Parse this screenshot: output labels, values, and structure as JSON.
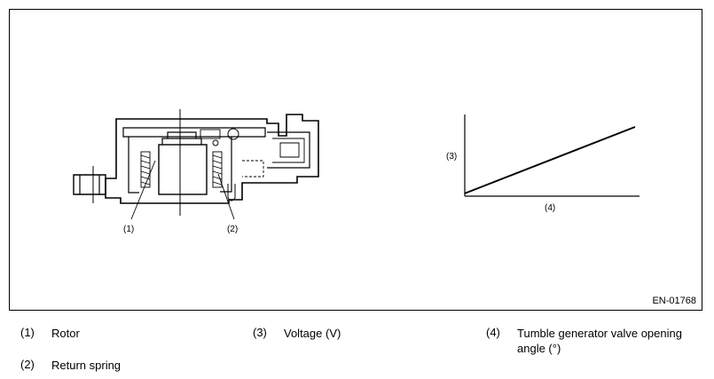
{
  "figure": {
    "code": "EN-01768",
    "callouts": {
      "c1": "(1)",
      "c2": "(2)"
    },
    "graph": {
      "y_axis": "(3)",
      "x_axis": "(4)"
    }
  },
  "legend": [
    {
      "num": "(1)",
      "text": "Rotor"
    },
    {
      "num": "(3)",
      "text": "Voltage (V)"
    },
    {
      "num": "(4)",
      "text": "Tumble generator valve opening angle (°)"
    },
    {
      "num": "(2)",
      "text": "Return spring"
    }
  ],
  "chart_data": {
    "type": "line",
    "xlabel": "(4)",
    "ylabel": "(3)",
    "series": [
      {
        "x": [
          0,
          1
        ],
        "y": [
          0.04,
          1
        ]
      }
    ],
    "grid": false
  }
}
